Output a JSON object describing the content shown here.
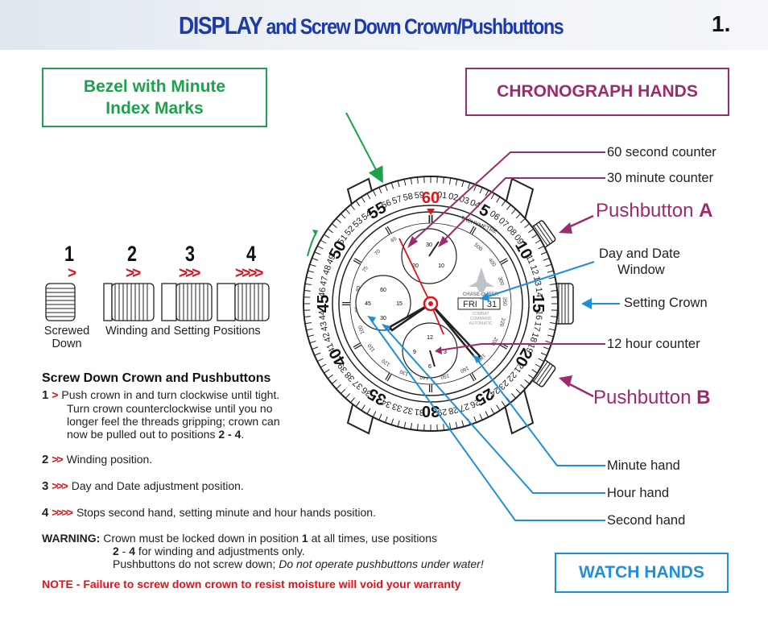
{
  "header": {
    "title_big": "DISPLAY",
    "title_rest": " and Screw Down Crown/Pushbuttons",
    "page_number": "1."
  },
  "boxes": {
    "bezel": [
      "Bezel with Minute",
      "Index Marks"
    ],
    "chronograph": "CHRONOGRAPH HANDS",
    "watch": "WATCH HANDS"
  },
  "callouts": {
    "sixty_second": "60 second counter",
    "thirty_minute": "30 minute counter",
    "pushbutton_a_prefix": "Pushbutton ",
    "pushbutton_a_letter": "A",
    "day_date_1": "Day and Date",
    "day_date_2": "Window",
    "setting_crown": "Setting Crown",
    "twelve_hour": "12 hour counter",
    "pushbutton_b_prefix": "Pushbutton ",
    "pushbutton_b_letter": "B",
    "minute_hand": "Minute hand",
    "hour_hand": "Hour hand",
    "second_hand": "Second hand"
  },
  "watch": {
    "day": "FRI",
    "date": "31",
    "brand": "CHASE-DURER",
    "model_1": "COMBAT",
    "model_2": "COMMAND",
    "model_3": "AUTOMATIC",
    "tachymeter": "TACHYMETRE",
    "bezel_red": "60",
    "big_numerals": [
      "5",
      "10",
      "15",
      "20",
      "25",
      "30",
      "35",
      "40",
      "45",
      "50",
      "55"
    ],
    "tachy_numbers": [
      "500",
      "400",
      "300",
      "250",
      "220",
      "200",
      "180",
      "160",
      "150",
      "140",
      "130",
      "120",
      "110",
      "100",
      "90",
      "80",
      "75",
      "70",
      "65"
    ],
    "sub_top": [
      "30",
      "20",
      "10"
    ],
    "sub_left": [
      "60",
      "15",
      "30",
      "45"
    ],
    "sub_bottom": [
      "12",
      "3",
      "6",
      "9"
    ]
  },
  "positions": {
    "numbers": [
      "1",
      "2",
      "3",
      "4"
    ],
    "chevrons": [
      ">",
      ">>",
      ">>>",
      ">>>>"
    ],
    "screwed_1": "Screwed",
    "screwed_2": "Down",
    "winding": "Winding and Setting Positions"
  },
  "instructions": {
    "title": "Screw Down Crown and Pushbuttons",
    "s1_num": "1",
    "s1_chev": ">",
    "s1_l1": "Push crown in and turn clockwise until tight.",
    "s1_l2": "Turn crown counterclockwise until you no",
    "s1_l3": "longer feel the threads gripping; crown can",
    "s1_l4a": "now be pulled out to positions ",
    "s1_l4b": "2 - 4",
    "s1_l4c": ".",
    "s2_num": "2",
    "s2_chev": ">>",
    "s2_text": "Winding position.",
    "s3_num": "3",
    "s3_chev": ">>>",
    "s3_text": "Day and Date adjustment position.",
    "s4_num": "4",
    "s4_chev": ">>>>",
    "s4_text": "Stops second hand, setting minute and hour hands position.",
    "warn_label": "WARNING:",
    "warn_l1a": " Crown must be locked down in position ",
    "warn_l1b": "1",
    "warn_l1c": " at all times, use positions",
    "warn_l2a": "2",
    "warn_l2b": " - ",
    "warn_l2c": "4",
    "warn_l2d": " for winding and adjustments only.",
    "warn_l3a": "Pushbuttons do not screw down; ",
    "warn_l3b": "Do not operate pushbuttons under water!",
    "note": "NOTE - Failure to screw down crown to resist moisture will void your warranty"
  },
  "colors": {
    "title_blue": "#1d3aa6",
    "green": "#1aa34a",
    "magenta": "#9c2b6b",
    "blue": "#1f8fd8",
    "red": "#e2111a"
  }
}
